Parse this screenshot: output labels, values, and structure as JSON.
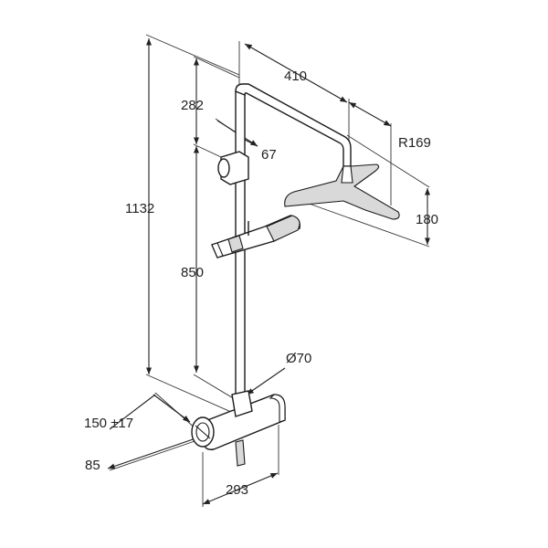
{
  "dimensions": {
    "width_410": "410",
    "height_282": "282",
    "offset_67": "67",
    "radius_169": "R169",
    "height_1132": "1132",
    "height_180": "180",
    "height_850": "850",
    "diameter_70": "Ø70",
    "distance_150": "150 ±17",
    "depth_85": "85",
    "width_293": "293"
  }
}
